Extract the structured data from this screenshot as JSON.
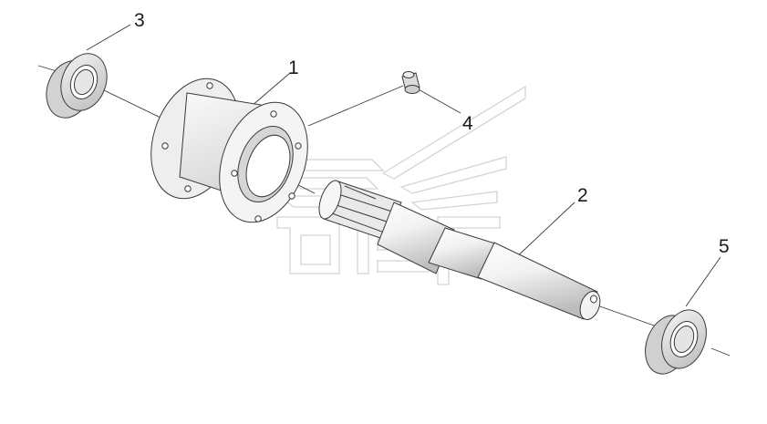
{
  "callouts": [
    {
      "id": "1",
      "part": "flange-housing"
    },
    {
      "id": "2",
      "part": "splined-shaft"
    },
    {
      "id": "3",
      "part": "bearing-left"
    },
    {
      "id": "4",
      "part": "grease-fitting"
    },
    {
      "id": "5",
      "part": "bearing-right"
    }
  ],
  "colors": {
    "line": "#3a3a3a",
    "shade": "#cfcfcf",
    "light": "#efefef",
    "watermark": "#d4d4d4",
    "background": "#ffffff"
  }
}
